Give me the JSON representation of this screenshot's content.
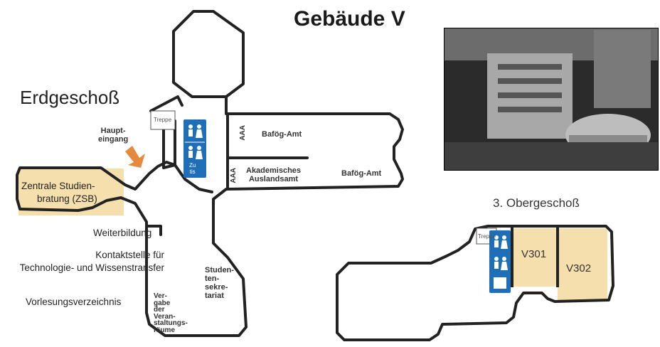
{
  "title": "Gebäude V",
  "floors": {
    "ground": "Erdgeschoß",
    "third": "3. Obergeschoß"
  },
  "ground_rooms": {
    "treppe": "Treppe",
    "haupteingang": [
      "Haupt-",
      "eingang"
    ],
    "aaa_top": "AAA",
    "aaa_bottom": "AAA",
    "bafoeg_top": "Bafög-Amt",
    "akademisches": [
      "Akademisches",
      "Auslandsamt"
    ],
    "bafoeg_right": "Bafög-Amt",
    "zsb": [
      "Zentrale Studien-",
      "bratung (ZSB)"
    ],
    "studentensekretariat": [
      "Studen-",
      "ten-",
      "sekre-",
      "tariat"
    ],
    "vergabe": [
      "Ver-",
      "gabe",
      "der",
      "Veran-",
      "staltungs-",
      "räume"
    ],
    "elevator": [
      "Zu",
      "tis"
    ]
  },
  "labels": {
    "weiterbildung": "Weiterbildung",
    "kontaktstelle": [
      "Kontaktstelle für",
      "Technologie- und Wissenstransfer"
    ],
    "vorlesungsverzeichnis": "Vorlesungsverzeichnis"
  },
  "upper_rooms": {
    "treppe": "Treppe",
    "v301": "V301",
    "v302": "V302"
  },
  "colors": {
    "wall": "#222222",
    "highlight": "#f5dfac",
    "restroom": "#1e6fb8",
    "arrow": "#e58a3c"
  },
  "icons": [
    "restroom-icon",
    "entrance-arrow-icon"
  ]
}
